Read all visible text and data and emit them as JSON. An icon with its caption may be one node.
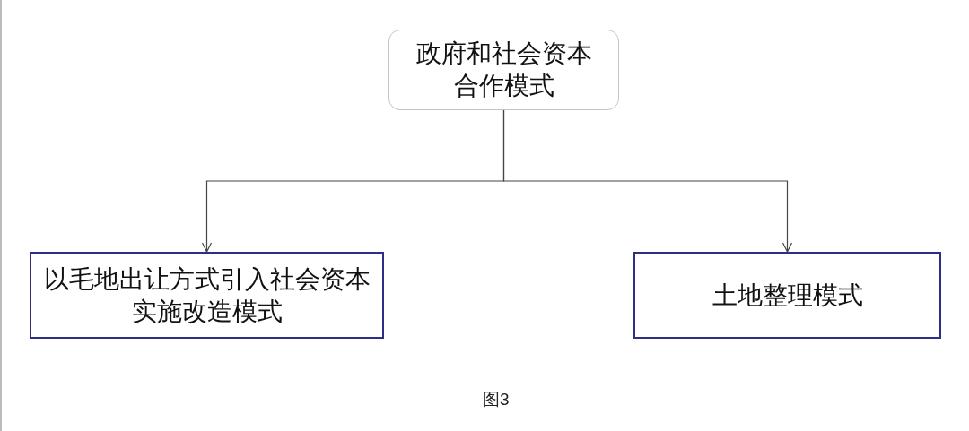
{
  "diagram": {
    "caption": "图3",
    "nodes": [
      {
        "text": [
          "政府和社会资本合作模式"
        ]
      },
      {
        "text": [
          "以毛地出让方式引入社会资本实施改造模式"
        ]
      },
      {
        "text": [
          "土地整理模式"
        ]
      }
    ],
    "edges": [
      {
        "from": 0,
        "to": 1,
        "arrow": "to"
      },
      {
        "from": 0,
        "to": 2,
        "arrow": "to"
      }
    ]
  }
}
